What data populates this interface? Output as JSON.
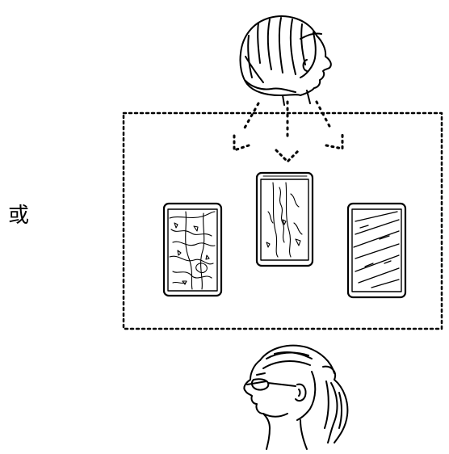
{
  "figure": {
    "or_label": "或",
    "colors": {
      "ink": "#000000",
      "paper": "#ffffff"
    },
    "top_head": {
      "icon": "woman-head-bob-hair-icon",
      "facing": "right"
    },
    "bottom_head": {
      "icon": "woman-head-ponytail-glasses-icon",
      "facing": "left"
    },
    "arrows": [
      "left-diagonal-arrow",
      "down-arrow",
      "right-diagonal-arrow"
    ],
    "devices": [
      {
        "name": "left-phone",
        "content": "map-image"
      },
      {
        "name": "center-phone",
        "content": "vertical-map-image"
      },
      {
        "name": "right-phone",
        "content": "diagonal-stripes-image"
      }
    ]
  }
}
